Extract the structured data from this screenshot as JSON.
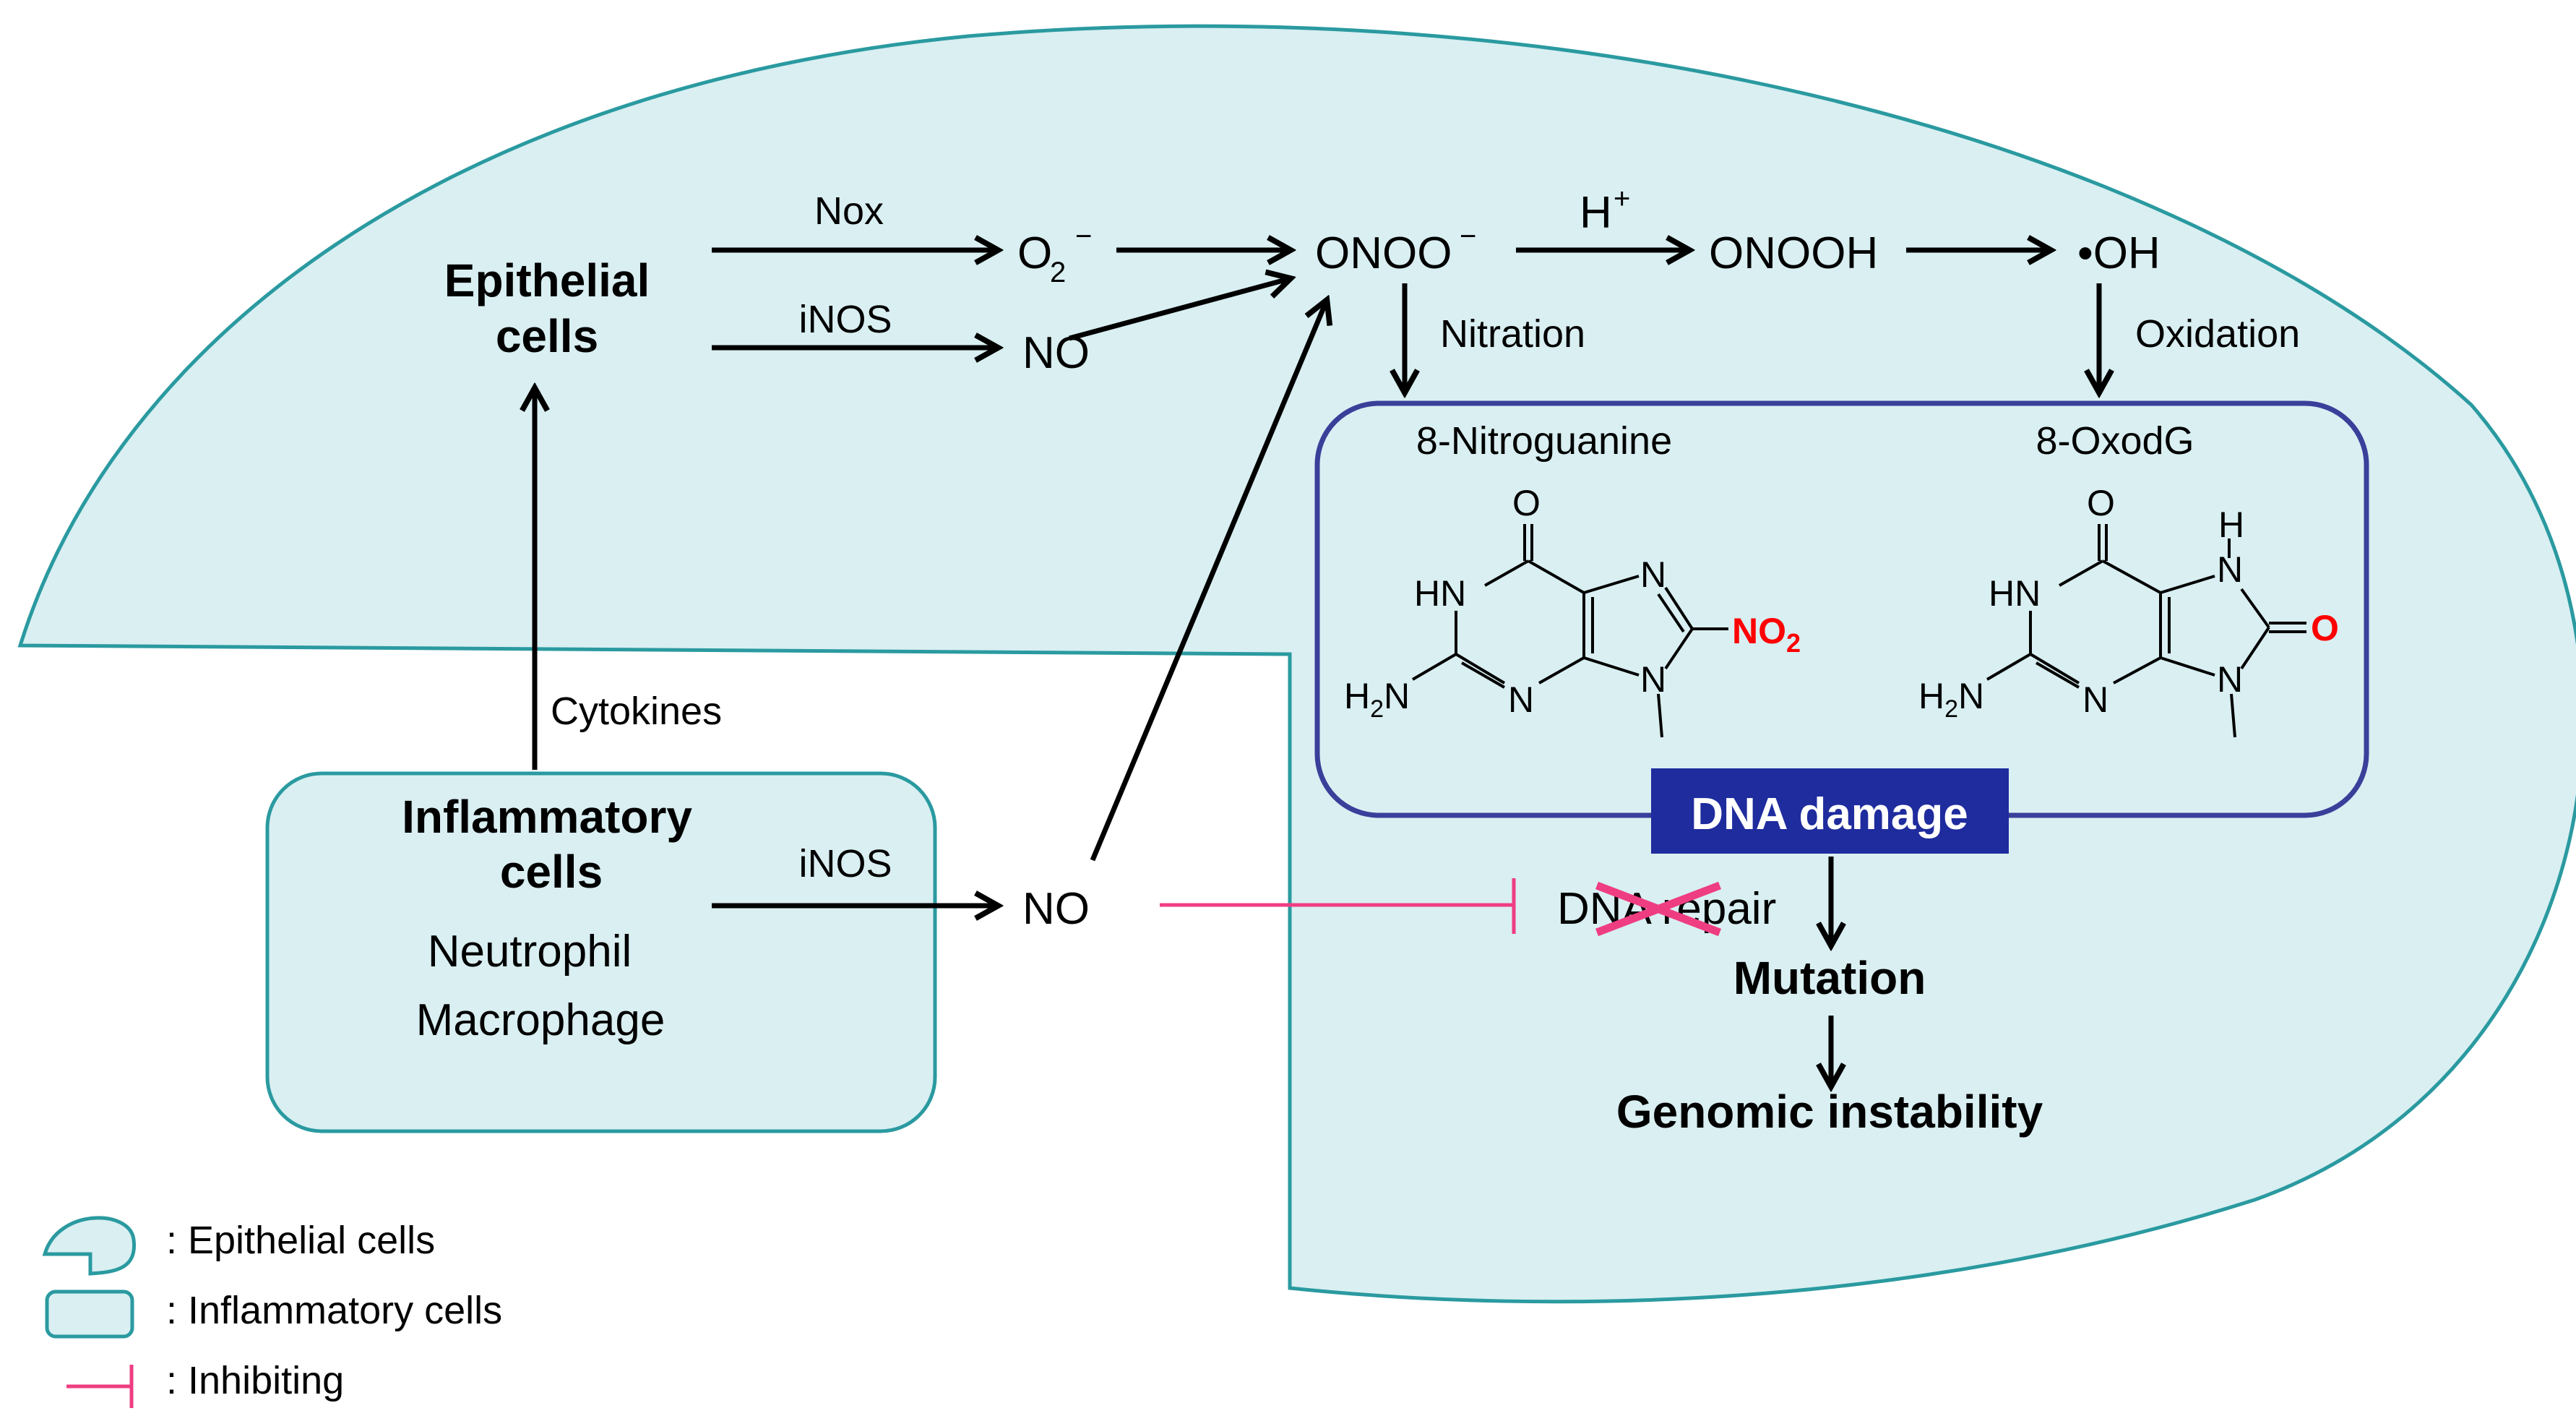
{
  "nodes": {
    "epithelial_cells": [
      "Epithelial",
      "cells"
    ],
    "superoxide": "O2−",
    "no_top": "NO",
    "peroxynitrite": "ONOO−",
    "onooh": "ONOOH",
    "hydroxyl": "•OH",
    "inflammatory_cells": [
      "Inflammatory",
      "cells"
    ],
    "neutrophil": "Neutrophil",
    "macrophage": "Macrophage",
    "no_bottom": "NO",
    "dna_repair": "DNA repair",
    "mutation": "Mutation",
    "genomic_instability": "Genomic instability",
    "dna_damage": "DNA damage"
  },
  "edge_labels": {
    "nox": "Nox",
    "inos_top": "iNOS",
    "h_plus": "H+",
    "nitration": "Nitration",
    "oxidation": "Oxidation",
    "cytokines": "Cytokines",
    "inos_bottom": "iNOS"
  },
  "molecules": {
    "nitroguanine": {
      "name": "8-Nitroguanine",
      "atoms": [
        "O",
        "HN",
        "H2N",
        "N",
        "N",
        "N",
        "NO2"
      ]
    },
    "oxodg": {
      "name": "8-OxodG",
      "atoms": [
        "O",
        "H",
        "N",
        "HN",
        "H2N",
        "N",
        "N",
        "O"
      ]
    }
  },
  "legend": [
    {
      "key": "epithelial",
      "label": ": Epithelial cells"
    },
    {
      "key": "inflammatory",
      "label": ": Inflammatory cells"
    },
    {
      "key": "inhibiting",
      "label": ": Inhibiting"
    }
  ],
  "colors": {
    "cell_fill": "#d9eff2",
    "cell_stroke": "#2a9aa0",
    "dna_box_stroke": "#3a3f9a",
    "dna_banner": "#1f2c9e",
    "inhibit": "#ef3d82",
    "highlight": "#ff0000"
  }
}
